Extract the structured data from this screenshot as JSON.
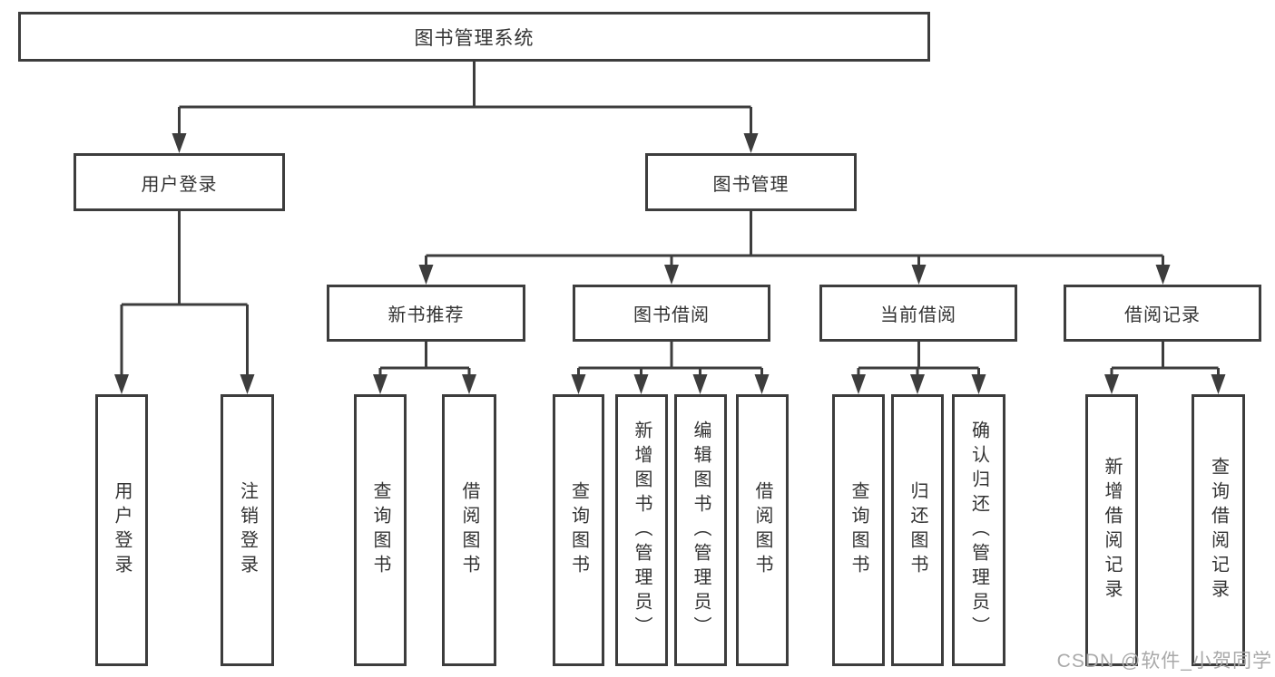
{
  "diagram": {
    "root": {
      "label": "图书管理系统"
    },
    "level2": [
      {
        "label": "用户登录"
      },
      {
        "label": "图书管理"
      }
    ],
    "level3": [
      {
        "label": "新书推荐",
        "parent": "图书管理"
      },
      {
        "label": "图书借阅",
        "parent": "图书管理"
      },
      {
        "label": "当前借阅",
        "parent": "图书管理"
      },
      {
        "label": "借阅记录",
        "parent": "图书管理"
      }
    ],
    "leaves": [
      {
        "label": "用户登录",
        "parent": "用户登录"
      },
      {
        "label": "注销登录",
        "parent": "用户登录"
      },
      {
        "label": "查询图书",
        "parent": "新书推荐"
      },
      {
        "label": "借阅图书",
        "parent": "新书推荐"
      },
      {
        "label": "查询图书",
        "parent": "图书借阅"
      },
      {
        "label": "新增图书（管理员）",
        "parent": "图书借阅"
      },
      {
        "label": "编辑图书（管理员）",
        "parent": "图书借阅"
      },
      {
        "label": "借阅图书",
        "parent": "图书借阅"
      },
      {
        "label": "查询图书",
        "parent": "当前借阅"
      },
      {
        "label": "归还图书",
        "parent": "当前借阅"
      },
      {
        "label": "确认归还（管理员）",
        "parent": "当前借阅"
      },
      {
        "label": "新增借阅记录",
        "parent": "借阅记录"
      },
      {
        "label": "查询借阅记录",
        "parent": "借阅记录"
      }
    ],
    "colors": {
      "line": "#3d3d3d",
      "box_border": "#3d3d3d",
      "box_fill": "#ffffff",
      "text": "#333333",
      "background": "#ffffff",
      "watermark": "#a9a9a9"
    }
  },
  "watermark": {
    "text": "CSDN @软件_小贺同学"
  }
}
